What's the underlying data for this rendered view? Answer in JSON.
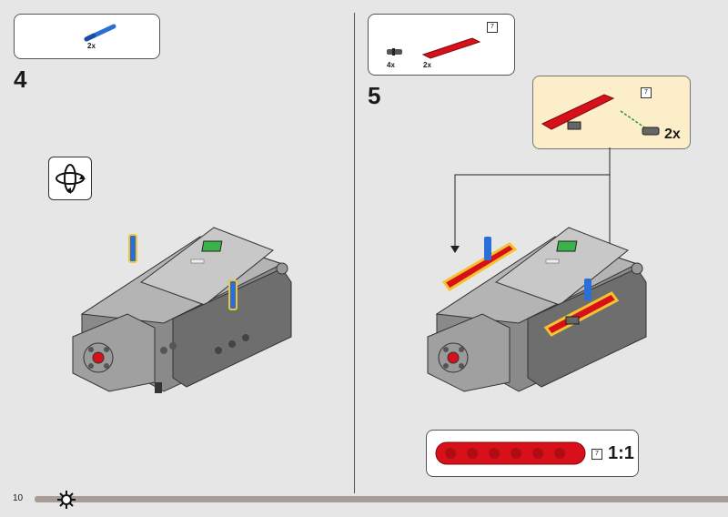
{
  "page": {
    "number": "10"
  },
  "step4": {
    "number": "4",
    "parts": [
      {
        "qty": "2x",
        "color": "#2a6fd6",
        "name": "blue-axle-pin"
      }
    ],
    "rotate_icon": "rotate-model-icon"
  },
  "step5": {
    "number": "5",
    "parts": [
      {
        "qty": "4x",
        "name": "gray-pin"
      },
      {
        "qty": "2x",
        "name": "red-beam-7",
        "ref": "7"
      }
    ],
    "callout": {
      "ref": "7",
      "qty": "2x"
    },
    "scale": {
      "ref": "7",
      "ratio": "1:1"
    }
  },
  "colors": {
    "beam_red": "#d8101a",
    "pin_blue": "#2a6fd6",
    "highlight": "#f4c430",
    "green_button": "#3cb34a",
    "callout_bg": "#fbeec9",
    "gray_body": "#8a8a8a"
  }
}
